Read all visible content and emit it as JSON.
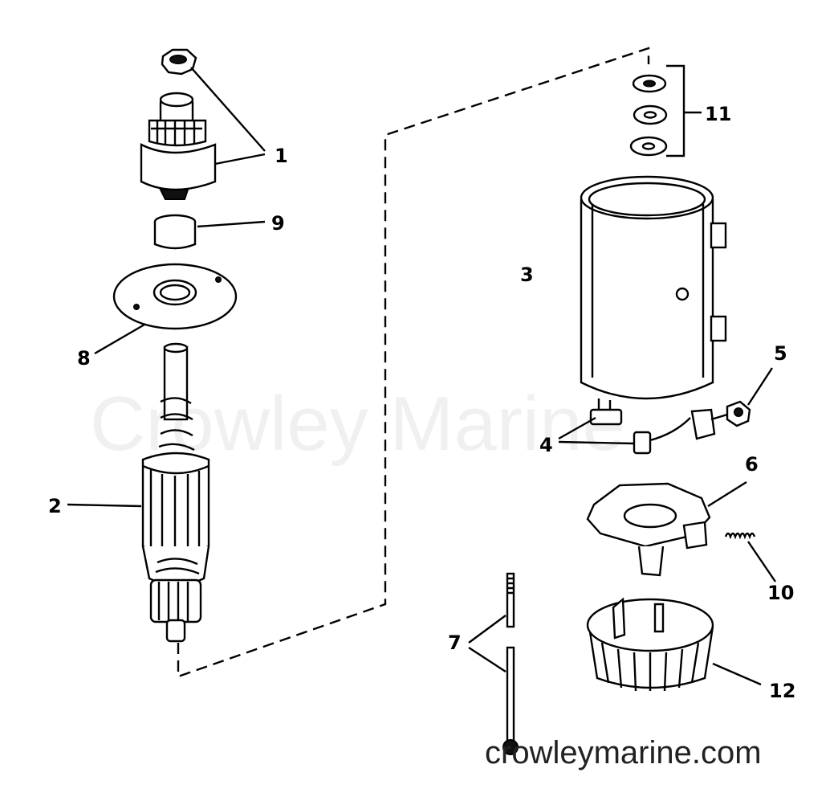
{
  "diagram": {
    "watermark": "Crowley Marine",
    "website": "crowleymarine.com",
    "callouts": [
      {
        "id": "1",
        "label": "1"
      },
      {
        "id": "2",
        "label": "2"
      },
      {
        "id": "3",
        "label": "3"
      },
      {
        "id": "4",
        "label": "4"
      },
      {
        "id": "5",
        "label": "5"
      },
      {
        "id": "6",
        "label": "6"
      },
      {
        "id": "7",
        "label": "7"
      },
      {
        "id": "8",
        "label": "8"
      },
      {
        "id": "9",
        "label": "9"
      },
      {
        "id": "10",
        "label": "10"
      },
      {
        "id": "11",
        "label": "11"
      },
      {
        "id": "12",
        "label": "12"
      }
    ]
  }
}
